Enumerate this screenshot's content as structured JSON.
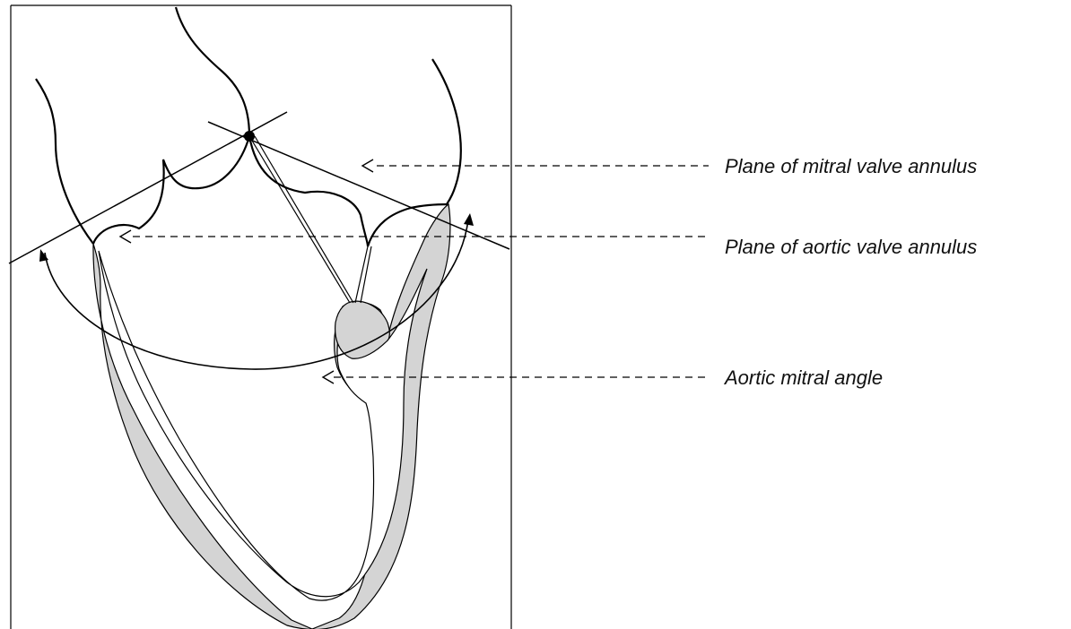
{
  "labels": {
    "mitral_plane": "Plane of mitral valve annulus",
    "aortic_plane": "Plane of aortic valve annulus",
    "angle": "Aortic mitral angle"
  },
  "colors": {
    "stroke": "#000000",
    "tissue_fill": "#d4d4d4",
    "background": "#ffffff"
  }
}
